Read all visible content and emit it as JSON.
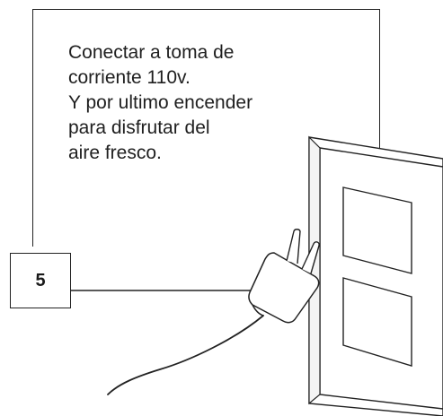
{
  "step": {
    "number": "5"
  },
  "instruction": {
    "lines": [
      "Conectar a toma de",
      "corriente 110v.",
      "Y por ultimo encender",
      "para disfrutar del",
      "aire fresco."
    ]
  },
  "illustration": {
    "items": [
      "wall-outlet",
      "plug",
      "power-cord"
    ],
    "stroke_color": "#222222",
    "fill_color": "#ffffff"
  }
}
